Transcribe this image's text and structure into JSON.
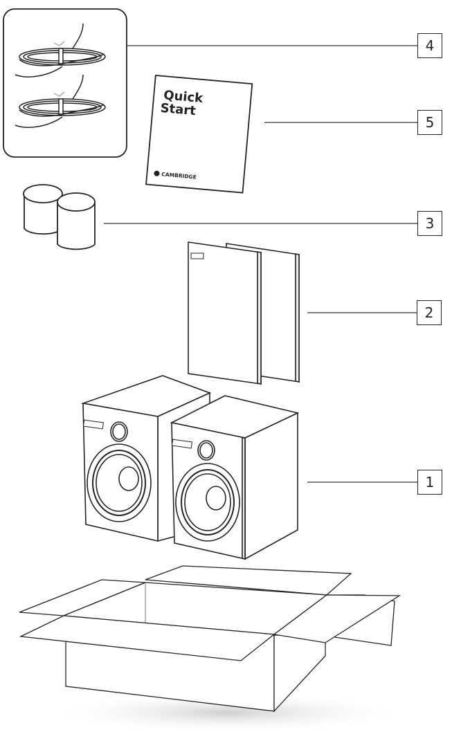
{
  "diagram": {
    "title": "Box contents",
    "items": [
      {
        "number": "1",
        "name": "Speakers (pair)"
      },
      {
        "number": "2",
        "name": "Speaker grilles (pair)"
      },
      {
        "number": "3",
        "name": "Feet / pads"
      },
      {
        "number": "4",
        "name": "Speaker cables (x2)"
      },
      {
        "number": "5",
        "name": "Quick Start guide"
      }
    ],
    "quick_start": {
      "line1": "Quick",
      "line2": "Start",
      "brand": "CAMBRIDGE"
    },
    "colors": {
      "stroke": "#222222",
      "background": "#ffffff",
      "shadow": "#d8d8d8"
    }
  }
}
